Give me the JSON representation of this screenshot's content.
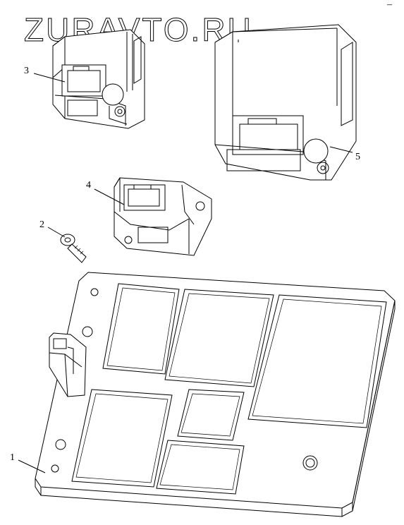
{
  "watermark": "ZURAVTO.RU",
  "corner_mark": "–",
  "callouts": {
    "part1": "1",
    "part2": "2",
    "part3": "3",
    "part4": "4",
    "part5": "5"
  }
}
